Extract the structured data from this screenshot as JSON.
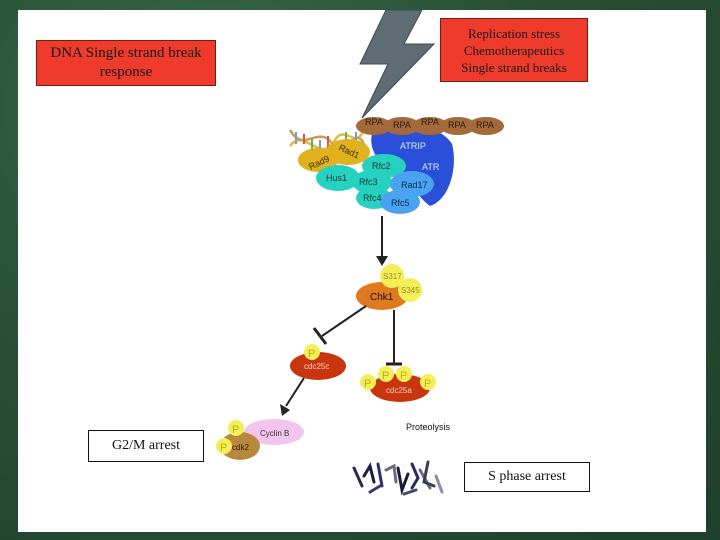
{
  "boxes": {
    "ssb_response": "DNA Single strand break response",
    "stress_line1": "Replication stress",
    "stress_line2": "Chemotherapeutics",
    "stress_line3": "Single strand breaks",
    "g2m_arrest": "G2/M arrest",
    "s_arrest": "S phase arrest"
  },
  "rpa_labels": [
    "RPA",
    "RPA",
    "RPA",
    "RPA",
    "RPA"
  ],
  "complex": {
    "atrip": "ATRIP",
    "atr": "ATR",
    "rad9": "Rad9",
    "rad1": "Rad1",
    "hus1": "Hus1",
    "rfc2": "Rfc2",
    "rfc3": "Rfc3",
    "rfc4": "Rfc4",
    "rfc5": "Rfc5",
    "rad17": "Rad17"
  },
  "chk1": {
    "label": "Chk1",
    "site1": "S317",
    "site2": "S345"
  },
  "phospho": "P",
  "cdc25c": "cdc25c",
  "cdc25a": "cdc25a",
  "cyclin_b": "Cyclin B",
  "cdk2": "cdk2",
  "proteolysis": "Proteolysis",
  "colors": {
    "alarm_red": "#ee3b2b",
    "atr_blue": "#2a4fd8",
    "light_blue": "#4aa3ee",
    "teal": "#27d1c0",
    "rpa_brown": "#a46a3a",
    "chk1_orange": "#e07a1e",
    "phospho_yellow": "#f4ee58",
    "cdc_red": "#c8350f",
    "cyclin_pink": "#f3c4ee",
    "cdk_tan": "#b8893c"
  }
}
